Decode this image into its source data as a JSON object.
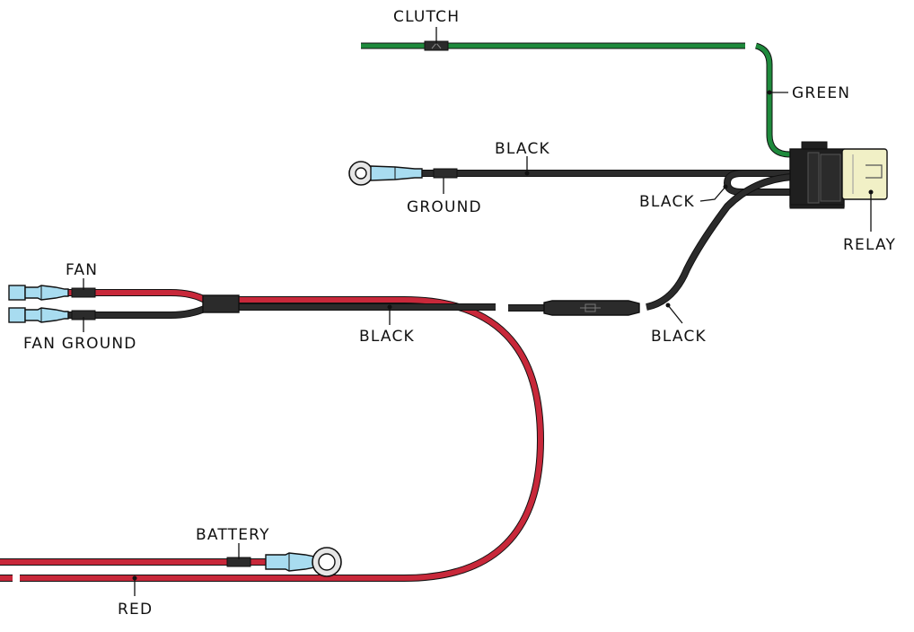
{
  "diagram": {
    "labels": {
      "clutch": "CLUTCH",
      "green": "GREEN",
      "black_ground_wire": "BLACK",
      "ground": "GROUND",
      "black_relay_loop": "BLACK",
      "relay": "RELAY",
      "fan": "FAN",
      "fan_ground": "FAN GROUND",
      "black_main": "BLACK",
      "black_right": "BLACK",
      "battery": "BATTERY",
      "red": "RED"
    },
    "colors": {
      "red_wire": "#c8283a",
      "black_wire": "#2b2b2b",
      "green_wire": "#1e8a3c",
      "terminal_blue": "#a8dcf0",
      "relay_body": "#1f1f1f",
      "relay_socket": "#f1f0c6",
      "ring_terminal": "#e6e6e6"
    }
  }
}
